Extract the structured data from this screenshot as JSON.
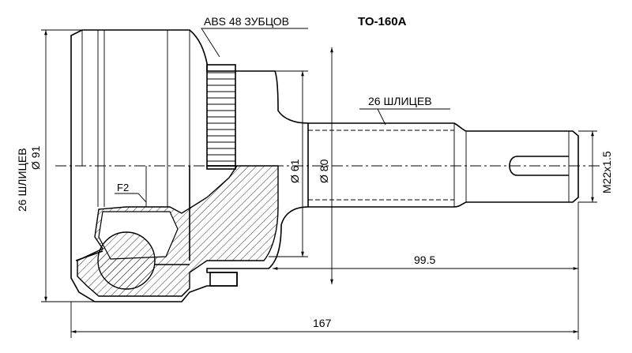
{
  "part_number": "TO-160A",
  "labels": {
    "abs": "ABS 48 ЗУБЦОВ",
    "outer_splines": "26 ШЛИЦЕВ",
    "inner_splines": "26 ШЛИЦЕВ",
    "thread": "M22x1.5",
    "f2": "F2"
  },
  "dimensions": {
    "housing_dia": "Ø 91",
    "neck_dia": "Ø 61",
    "shaft_dia": "Ø 80",
    "stub_length": "99.5",
    "total_length": "167"
  },
  "colors": {
    "ink": "#000000",
    "paper": "#ffffff"
  }
}
